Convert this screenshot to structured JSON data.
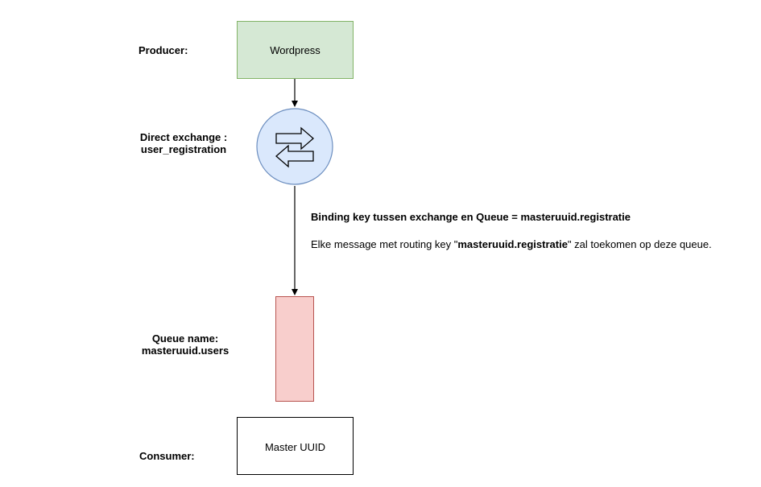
{
  "labels": {
    "producer": "Producer:",
    "exchange_line1": "Direct exchange :",
    "exchange_line2": "user_registration",
    "queue_line1": "Queue name:",
    "queue_line2": "masteruuid.users",
    "consumer": "Consumer:"
  },
  "nodes": {
    "producer_box": "Wordpress",
    "consumer_box": "Master UUID",
    "exchange_icon": "swap-arrows-icon"
  },
  "binding": {
    "heading": "Binding key tussen exchange en Queue = masteruuid.registratie",
    "text_before": "Elke message met routing key \"",
    "routing_key": "masteruuid.registratie",
    "text_after": "\" zal toekomen op deze queue."
  },
  "colors": {
    "producer_fill": "#d5e8d4",
    "producer_stroke": "#82b366",
    "exchange_fill": "#dae8fc",
    "exchange_stroke": "#6c8ebf",
    "queue_fill": "#f8cecc",
    "queue_stroke": "#b85450"
  }
}
